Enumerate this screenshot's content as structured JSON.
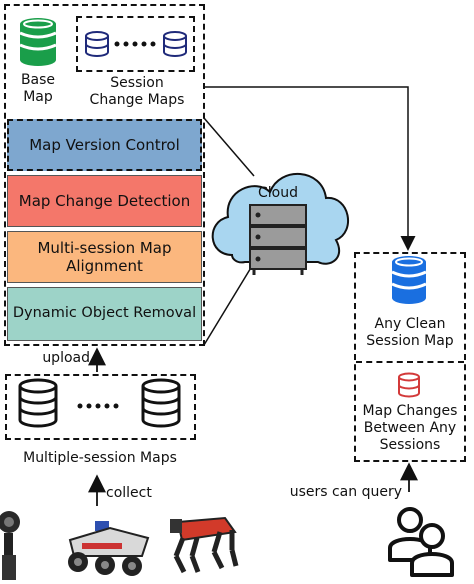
{
  "base_map": {
    "line1": "Base",
    "line2": "Map"
  },
  "session_change_maps": {
    "line1": "Session",
    "line2": "Change Maps"
  },
  "layers": {
    "map_version_control": "Map Version Control",
    "map_change_detection": "Map Change Detection",
    "multi_session_alignment_line1": "Multi-session Map",
    "multi_session_alignment_line2": "Alignment",
    "dynamic_object_removal": "Dynamic Object Removal"
  },
  "cloud": {
    "label": "Cloud"
  },
  "upload_label": "upload",
  "multiple_session_maps": "Multiple-session Maps",
  "collect_label": "collect",
  "any_clean": {
    "line1": "Any Clean",
    "line2": "Session Map"
  },
  "map_changes": {
    "line1": "Map Changes",
    "line2": "Between Any",
    "line3": "Sessions"
  },
  "users_query_label": "users can query",
  "colors": {
    "map_version_control": "#7ea7cf",
    "map_change_detection": "#f4776a",
    "multi_session_alignment": "#fbb77e",
    "dynamic_object_removal": "#9dd3c8",
    "base_db_green": "#1a9e4a",
    "change_db_navy": "#1f2a7a",
    "clean_db_blue": "#1a6fe0",
    "change_db_red": "#d33a3a",
    "cloud_fill": "#a9d6f0"
  }
}
